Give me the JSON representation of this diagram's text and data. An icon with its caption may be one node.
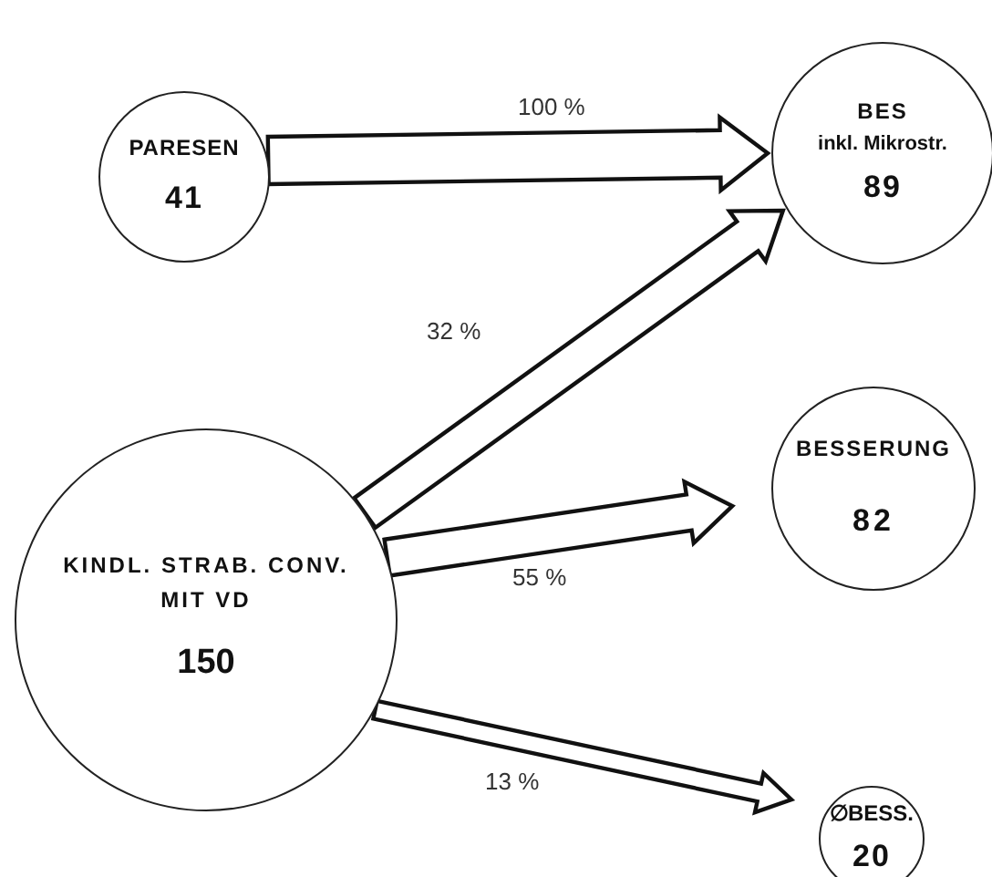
{
  "diagram": {
    "nodes": [
      {
        "text": [
          "PARESEN",
          "41"
        ]
      },
      {
        "text": [
          "BES",
          "inkl. Mikrostr.",
          "89"
        ]
      },
      {
        "text": [
          "BESSERUNG",
          "82"
        ]
      },
      {
        "text": [
          "KINDL. STRAB. CONV. MIT VD",
          "150"
        ]
      },
      {
        "text": [
          "∅BESS.",
          "20"
        ]
      }
    ],
    "edges": [
      {
        "from": 0,
        "to": 1,
        "arrow": "to",
        "label": "100 %"
      },
      {
        "from": 3,
        "to": 1,
        "arrow": "to",
        "label": "32 %"
      },
      {
        "from": 3,
        "to": 2,
        "arrow": "to",
        "label": "55 %"
      },
      {
        "from": 3,
        "to": 4,
        "arrow": "to",
        "label": "13 %"
      }
    ]
  }
}
